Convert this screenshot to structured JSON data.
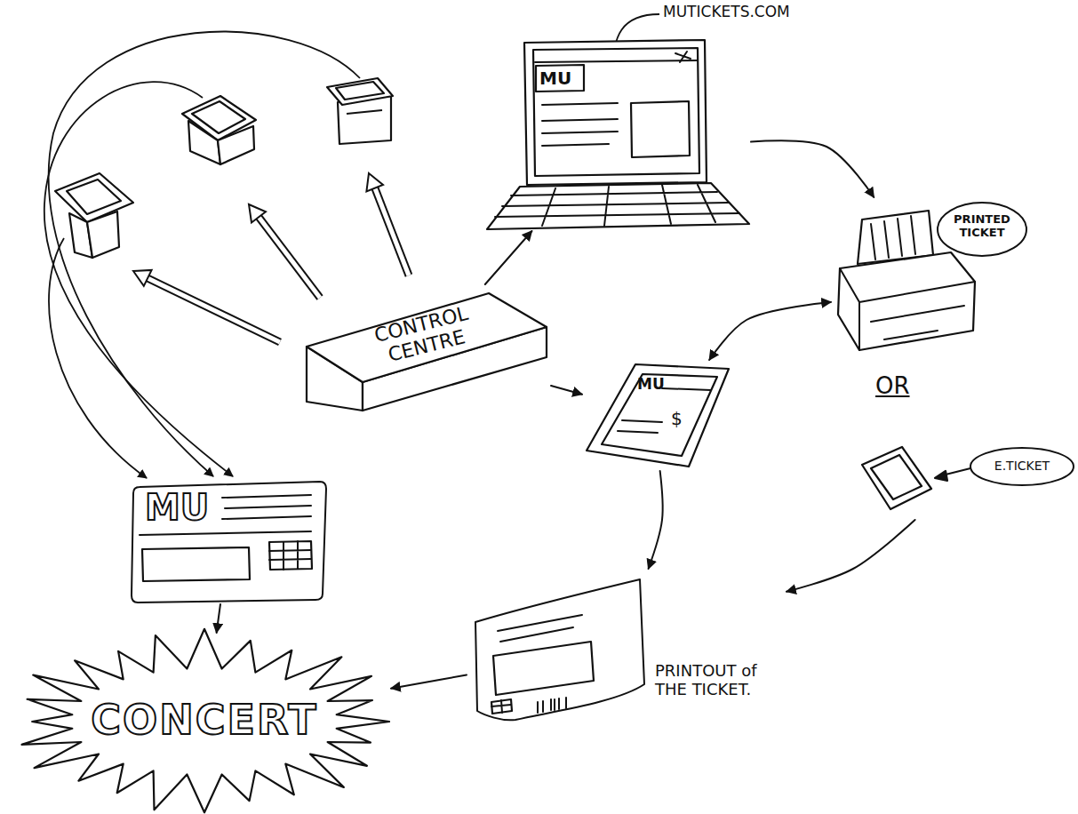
{
  "diagram": {
    "nodes": [
      {
        "text": [
          "MU"
        ]
      },
      {
        "text": [
          "PRINTED TICKET"
        ]
      },
      {
        "text": [
          "CONTROL CENTRE"
        ]
      },
      {
        "text": [
          "MU",
          "$"
        ]
      },
      {
        "text": [
          "E.TICKET"
        ]
      },
      {
        "text": [
          "MU"
        ]
      },
      {
        "text": [
          "PRINTOUT of THE TICKET."
        ]
      },
      {
        "text": [
          "CONCERT"
        ]
      }
    ],
    "edges": [
      {
        "from": 2,
        "to": 0,
        "arrow": "to"
      },
      {
        "from": 2,
        "to": 3,
        "arrow": "to"
      },
      {
        "from": 0,
        "to": 1,
        "arrow": "to"
      },
      {
        "from": 3,
        "to": 1,
        "arrow": "both"
      },
      {
        "from": 3,
        "to": 6,
        "arrow": "to"
      },
      {
        "from": 4,
        "to": 6,
        "arrow": "to"
      },
      {
        "from": 6,
        "to": 7,
        "arrow": "to"
      },
      {
        "from": 5,
        "to": 7,
        "arrow": "to"
      }
    ],
    "labels": [
      "MUTICKETS.COM",
      "OR"
    ]
  }
}
